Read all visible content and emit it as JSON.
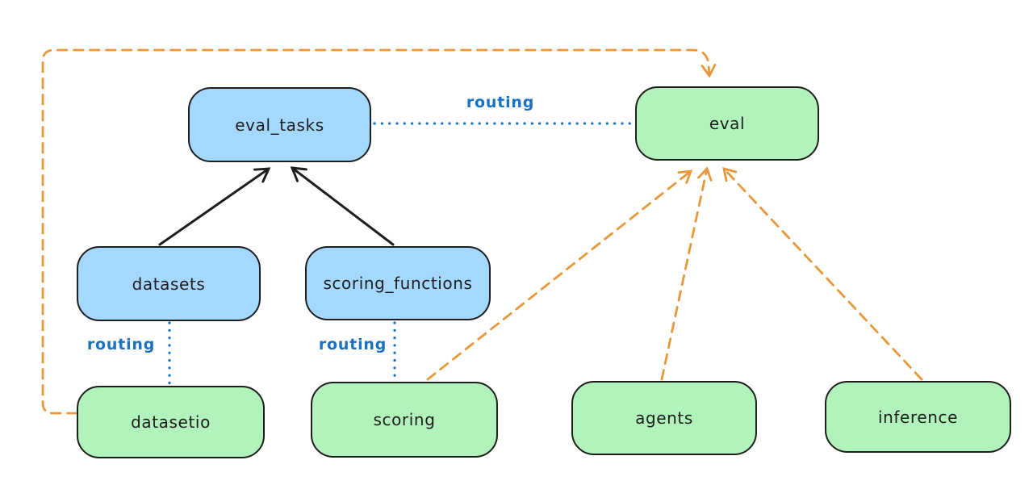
{
  "colors": {
    "background": "#ffffff",
    "node_blue_fill": "#a5d8ff",
    "node_green_fill": "#b2f2bb",
    "node_border": "#1e1e1e",
    "arrow_black": "#1e1e1e",
    "arrow_orange": "#e8973a",
    "routing_blue": "#1971c2"
  },
  "nodes": [
    {
      "id": "eval_tasks",
      "label": "eval_tasks",
      "fill": "blue"
    },
    {
      "id": "eval",
      "label": "eval",
      "fill": "green"
    },
    {
      "id": "datasets",
      "label": "datasets",
      "fill": "blue"
    },
    {
      "id": "scoring_functions",
      "label": "scoring_functions",
      "fill": "blue"
    },
    {
      "id": "datasetio",
      "label": "datasetio",
      "fill": "green"
    },
    {
      "id": "scoring",
      "label": "scoring",
      "fill": "green"
    },
    {
      "id": "agents",
      "label": "agents",
      "fill": "green"
    },
    {
      "id": "inference",
      "label": "inference",
      "fill": "green"
    }
  ],
  "edges": [
    {
      "from": "datasets",
      "to": "eval_tasks",
      "style": "solid-arrow",
      "color": "#1e1e1e",
      "label": ""
    },
    {
      "from": "scoring_functions",
      "to": "eval_tasks",
      "style": "solid-arrow",
      "color": "#1e1e1e",
      "label": ""
    },
    {
      "from": "eval_tasks",
      "to": "eval",
      "style": "dotted",
      "color": "#1971c2",
      "label": "routing"
    },
    {
      "from": "datasets",
      "to": "datasetio",
      "style": "dotted",
      "color": "#1971c2",
      "label": "routing"
    },
    {
      "from": "scoring_functions",
      "to": "scoring",
      "style": "dotted",
      "color": "#1971c2",
      "label": "routing"
    },
    {
      "from": "datasetio",
      "to": "eval",
      "style": "dashed-arrow",
      "color": "#e8973a",
      "label": ""
    },
    {
      "from": "scoring",
      "to": "eval",
      "style": "dashed-arrow",
      "color": "#e8973a",
      "label": ""
    },
    {
      "from": "agents",
      "to": "eval",
      "style": "dashed-arrow",
      "color": "#e8973a",
      "label": ""
    },
    {
      "from": "inference",
      "to": "eval",
      "style": "dashed-arrow",
      "color": "#e8973a",
      "label": ""
    }
  ]
}
